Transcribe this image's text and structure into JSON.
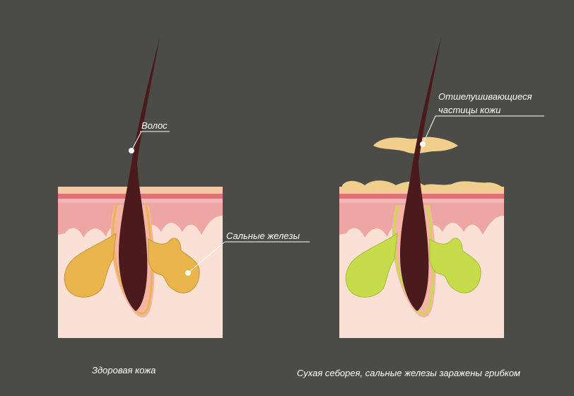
{
  "labels": {
    "hair": "Волос",
    "sebaceous_glands": "Сальные железы",
    "flakes_line1": "Отшелушивающиеся",
    "flakes_line2": "частицы кожи"
  },
  "captions": {
    "healthy": "Здоровая кожа",
    "seborrhea": "Сухая себорея, сальные железы заражены грибком"
  },
  "colors": {
    "background": "#4b4b47",
    "hair": "#4a1a1c",
    "healthy_gland": "#e9b54c",
    "infected_gland": "#c6dc4a",
    "skin_flakes": "#f0cf8c",
    "epidermis": "#eea6a2",
    "dermis": "#fbe0d6"
  }
}
